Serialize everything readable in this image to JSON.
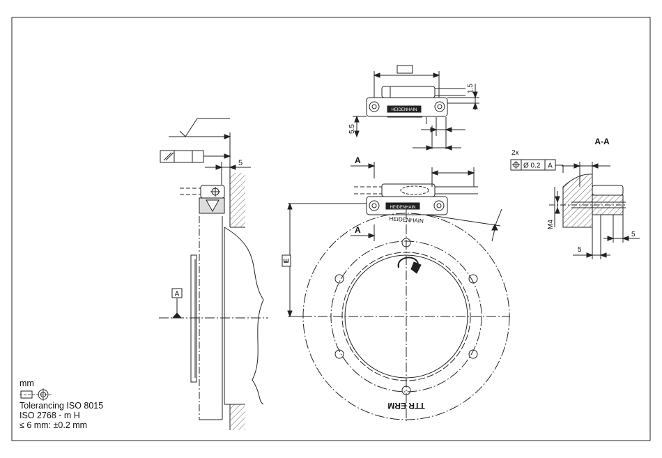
{
  "drawing": {
    "units": "mm",
    "notes": [
      "Tolerancing ISO 8015",
      "ISO 2768 - m H",
      "≤ 6 mm: ±0.2 mm"
    ],
    "section_marks": {
      "cut": "A",
      "view_label": "A-A"
    },
    "datum": "A",
    "dimension_e": "E",
    "dimensions": {
      "gap": "5",
      "height_top": "1.5",
      "height_left": "5.5",
      "thread": "M4",
      "depth_a": "5",
      "depth_b": "5"
    },
    "feature_control": {
      "count": "2x",
      "symbol": "⌖",
      "tolerance": "Ø 0.2",
      "datum": "A"
    },
    "labels": {
      "brand": "HEIDENHAIN",
      "scale_text": "TTR ERM"
    }
  }
}
